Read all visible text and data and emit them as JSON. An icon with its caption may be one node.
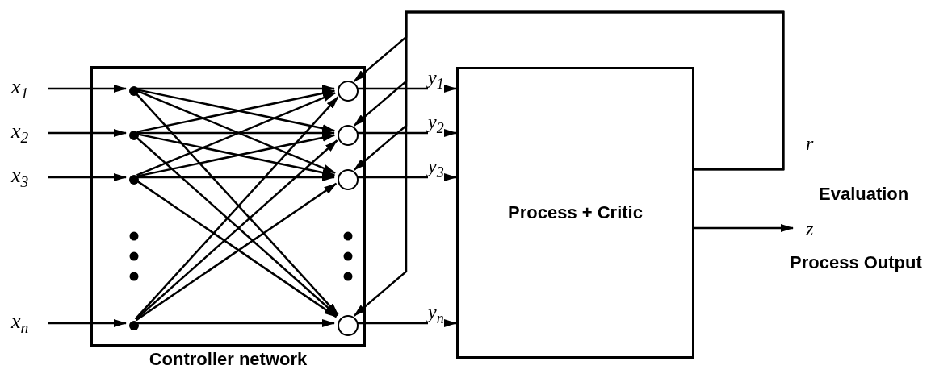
{
  "diagram": {
    "nodes": [
      {
        "text": [
          "x$_{1}$"
        ]
      },
      {
        "text": [
          "x$_{2}$"
        ]
      },
      {
        "text": [
          "x$_{3}$"
        ]
      },
      {
        "text": [
          "x$_{n}$"
        ]
      },
      {
        "text": [
          "Controller network"
        ]
      },
      {
        "text": [],
        "shape": "dot",
        "in": 4
      },
      {
        "text": [],
        "shape": "dot",
        "in": 4
      },
      {
        "text": [],
        "shape": "dot",
        "in": 4
      },
      {
        "text": [],
        "shape": "dot",
        "in": 4
      },
      {
        "text": [],
        "shape": "circle",
        "in": 4
      },
      {
        "text": [],
        "shape": "circle",
        "in": 4
      },
      {
        "text": [],
        "shape": "circle",
        "in": 4
      },
      {
        "text": [],
        "shape": "circle",
        "in": 4
      },
      {
        "text": [
          "Process + Critic"
        ]
      }
    ],
    "edges": [
      {
        "from": 0,
        "to": 5,
        "arrow": "to"
      },
      {
        "from": 1,
        "to": 6,
        "arrow": "to"
      },
      {
        "from": 2,
        "to": 7,
        "arrow": "to"
      },
      {
        "from": 3,
        "to": 8,
        "arrow": "to"
      },
      {
        "from": 5,
        "to": 9,
        "arrow": "to"
      },
      {
        "from": 5,
        "to": 10,
        "arrow": "to"
      },
      {
        "from": 5,
        "to": 11,
        "arrow": "to"
      },
      {
        "from": 5,
        "to": 12,
        "arrow": "to"
      },
      {
        "from": 6,
        "to": 9,
        "arrow": "to"
      },
      {
        "from": 6,
        "to": 10,
        "arrow": "to"
      },
      {
        "from": 6,
        "to": 11,
        "arrow": "to"
      },
      {
        "from": 6,
        "to": 12,
        "arrow": "to"
      },
      {
        "from": 7,
        "to": 9,
        "arrow": "to"
      },
      {
        "from": 7,
        "to": 10,
        "arrow": "to"
      },
      {
        "from": 7,
        "to": 11,
        "arrow": "to"
      },
      {
        "from": 7,
        "to": 12,
        "arrow": "to"
      },
      {
        "from": 8,
        "to": 9,
        "arrow": "to"
      },
      {
        "from": 8,
        "to": 10,
        "arrow": "to"
      },
      {
        "from": 8,
        "to": 11,
        "arrow": "to"
      },
      {
        "from": 8,
        "to": 12,
        "arrow": "to"
      },
      {
        "from": 9,
        "to": 13,
        "arrow": "to",
        "label": "y$_{1}$"
      },
      {
        "from": 10,
        "to": 13,
        "arrow": "to",
        "label": "y$_{2}$"
      },
      {
        "from": 11,
        "to": 13,
        "arrow": "to",
        "label": "y$_{3}$"
      },
      {
        "from": 12,
        "to": 13,
        "arrow": "to",
        "label": "y$_{n}$"
      },
      {
        "from": 13,
        "to": 9,
        "arrow": "to",
        "label": "r"
      },
      {
        "from": 13,
        "to": 10,
        "arrow": "to"
      },
      {
        "from": 13,
        "to": 11,
        "arrow": "to"
      },
      {
        "from": 13,
        "to": 12,
        "arrow": "to"
      },
      {
        "from": 13,
        "to": null,
        "arrow": "to",
        "label": "z"
      }
    ],
    "labels": [
      "Evaluation",
      "Process Output"
    ]
  }
}
